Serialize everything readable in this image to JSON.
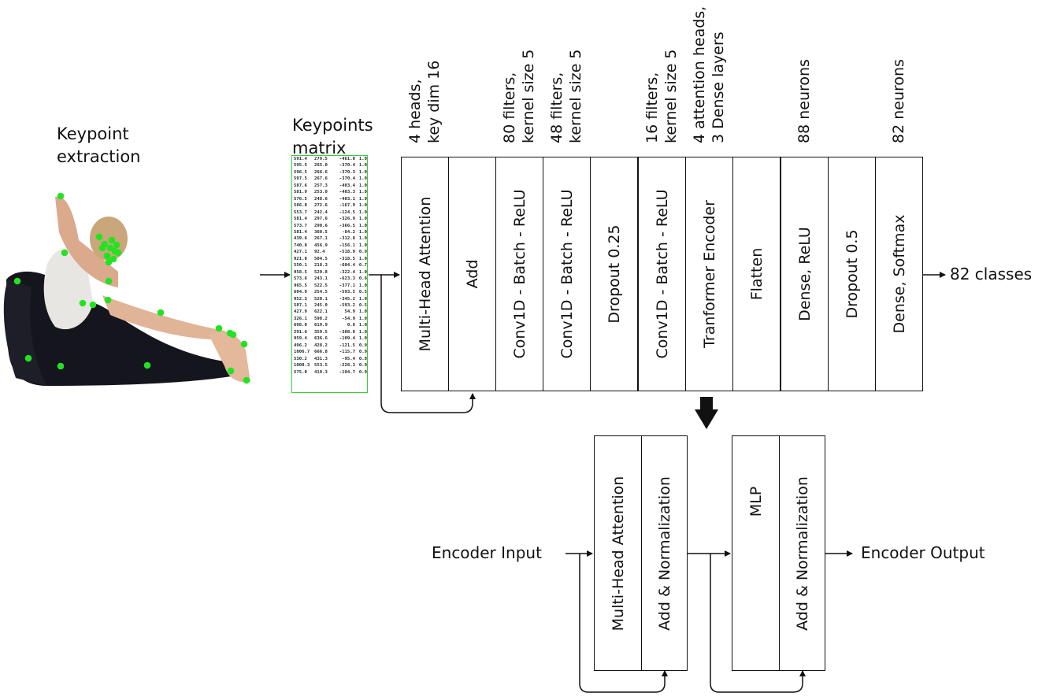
{
  "left": {
    "extraction_title_1": "Keypoint",
    "extraction_title_2": "extraction",
    "matrix_title_1": "Keypoints",
    "matrix_title_2": "matrix",
    "matrix_rows": [
      [
        "591.4",
        "279.5",
        "-461.0",
        "1.0"
      ],
      [
        "595.5",
        "265.0",
        "-370.4",
        "1.0"
      ],
      [
        "596.5",
        "266.6",
        "-370.3",
        "1.0"
      ],
      [
        "597.5",
        "267.6",
        "-370.4",
        "1.0"
      ],
      [
        "587.6",
        "257.3",
        "-403.4",
        "1.0"
      ],
      [
        "581.9",
        "253.0",
        "-403.3",
        "1.0"
      ],
      [
        "576.5",
        "248.6",
        "-403.1",
        "1.0"
      ],
      [
        "586.8",
        "272.6",
        "-167.9",
        "1.0"
      ],
      [
        "553.7",
        "242.4",
        "-124.5",
        "1.0"
      ],
      [
        "581.4",
        "297.6",
        "-326.9",
        "1.0"
      ],
      [
        "573.7",
        "290.6",
        "-366.5",
        "1.0"
      ],
      [
        "581.4",
        "360.5",
        "-84.2",
        "1.0"
      ],
      [
        "439.6",
        "267.1",
        "-312.8",
        "1.0"
      ],
      [
        "740.8",
        "456.9",
        "-156.1",
        "1.0"
      ],
      [
        "427.1",
        "92.4",
        "-518.9",
        "0.9"
      ],
      [
        "921.0",
        "504.5",
        "-318.5",
        "1.0"
      ],
      [
        "550.1",
        "218.3",
        "-604.4",
        "0.7"
      ],
      [
        "958.5",
        "520.8",
        "-322.4",
        "1.0"
      ],
      [
        "573.6",
        "243.1",
        "-623.3",
        "0.6"
      ],
      [
        "965.5",
        "522.5",
        "-377.1",
        "1.0"
      ],
      [
        "604.9",
        "254.5",
        "-593.5",
        "0.5"
      ],
      [
        "952.3",
        "520.1",
        "-345.2",
        "1.0"
      ],
      [
        "587.1",
        "245.0",
        "-593.2",
        "0.5"
      ],
      [
        "427.9",
        "622.1",
        "54.9",
        "1.0"
      ],
      [
        "326.1",
        "598.2",
        "-54.9",
        "1.0"
      ],
      [
        "698.0",
        "619.9",
        "0.8",
        "1.0"
      ],
      [
        "291.6",
        "359.5",
        "-308.8",
        "1.0"
      ],
      [
        "959.4",
        "636.6",
        "-109.4",
        "1.0"
      ],
      [
        "496.2",
        "428.2",
        "-121.5",
        "0.9"
      ],
      [
        "1006.7",
        "666.8",
        "-115.7",
        "0.9"
      ],
      [
        "530.2",
        "431.3",
        "-95.4",
        "0.8"
      ],
      [
        "1000.3",
        "553.5",
        "-228.3",
        "0.9"
      ],
      [
        "575.0",
        "419.3",
        "-194.7",
        "0.9"
      ]
    ]
  },
  "pipeline": {
    "blocks": [
      {
        "label": "Multi-Head Attention",
        "top_label": "4 heads,\nkey dim 16"
      },
      {
        "label": "Add",
        "top_label": ""
      },
      {
        "label": "Conv1D - Batch - ReLU",
        "top_label": "80 filters,\nkernel size 5"
      },
      {
        "label": "Conv1D - Batch - ReLU",
        "top_label": "48 filters,\nkernel size 5"
      },
      {
        "label": "Dropout  0.25",
        "top_label": ""
      },
      {
        "label": "Conv1D - Batch - ReLU",
        "top_label": "16 filters,\nkernel size 5"
      },
      {
        "label": "Tranformer Encoder",
        "top_label": "4 attention heads,\n3 Dense layers"
      },
      {
        "label": "Flatten",
        "top_label": ""
      },
      {
        "label": "Dense, ReLU",
        "top_label": "88 neurons"
      },
      {
        "label": "Dropout  0.5",
        "top_label": ""
      },
      {
        "label": "Dense, Softmax",
        "top_label": "82 neurons"
      }
    ],
    "output_label": "82 classes"
  },
  "encoder": {
    "input_label": "Encoder Input",
    "output_label": "Encoder Output",
    "blocks": [
      "Multi-Head Attention",
      "Add & Normalization",
      "MLP",
      "Add & Normalization"
    ]
  },
  "colors": {
    "keypoint_dot": "#22e322",
    "matrix_border": "#35d035",
    "line": "#111111"
  }
}
